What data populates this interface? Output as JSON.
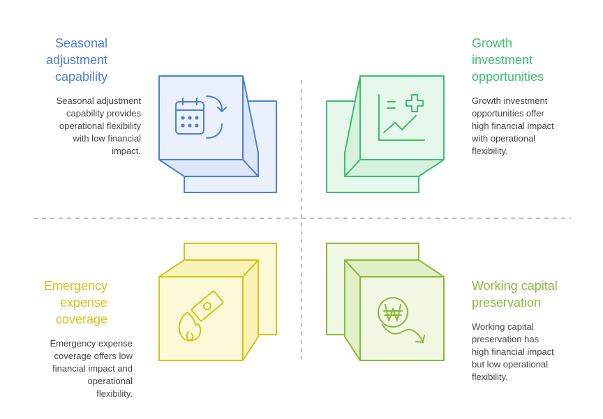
{
  "quadrants": {
    "top_left": {
      "title": "Seasonal\nadjustment\ncapability",
      "description": "Seasonal adjustment\ncapability provides\noperational flexibility\nwith low financial\nimpact.",
      "color": "#4a7fd9",
      "fill": "#eaf1fc",
      "icon": "calendar-refresh-icon"
    },
    "top_right": {
      "title": "Growth\ninvestment\nopportunities",
      "description": "Growth investment\nopportunities offer\nhigh financial impact\nwith operational\nflexibility.",
      "color": "#3dbd6e",
      "fill": "#e6f8ec",
      "icon": "growth-chart-plus-icon"
    },
    "bottom_left": {
      "title": "Emergency\nexpense\ncoverage",
      "description": "Emergency expense\ncoverage offers low\nfinancial impact and\noperational\nflexibility.",
      "color": "#d4c21a",
      "fill": "#fdf9d8",
      "icon": "burning-money-icon"
    },
    "bottom_right": {
      "title": "Working capital\npreservation",
      "description": "Working capital\npreservation has\nhigh financial impact\nbut low operational\nflexibility.",
      "color": "#8cb83a",
      "fill": "#f0f7e2",
      "icon": "won-decline-icon"
    }
  },
  "divider_color": "#aaaaaa"
}
